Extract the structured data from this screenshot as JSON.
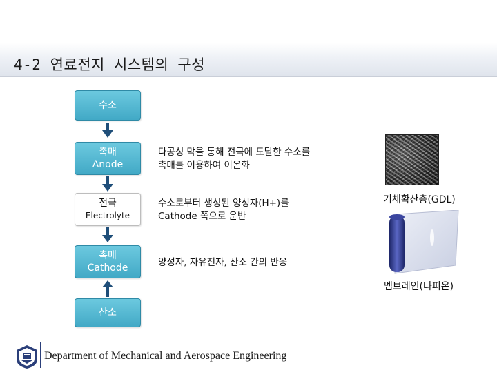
{
  "slide": {
    "title": "4-2 연료전지 시스템의 구성"
  },
  "flow": {
    "hydrogen": {
      "label": "수소"
    },
    "anode": {
      "line1": "촉매",
      "line2": "Anode"
    },
    "electrolyte": {
      "line1": "전극",
      "line2": "Electrolyte"
    },
    "cathode": {
      "line1": "촉매",
      "line2": "Cathode"
    },
    "oxygen": {
      "label": "산소"
    }
  },
  "descriptions": {
    "anode": {
      "line1": "다공성 막을 통해 전극에 도달한 수소를",
      "line2": "촉매를 이용하여 이온화"
    },
    "electrolyte": {
      "line1": "수소로부터 생성된 양성자(H+)를",
      "line2": "Cathode 쪽으로 운반"
    },
    "cathode": {
      "line1": "양성자, 자유전자, 산소 간의 반응"
    }
  },
  "images": {
    "gdl": {
      "caption": "기체확산층(GDL)"
    },
    "membrane": {
      "caption": "멤브레인(나피온)"
    }
  },
  "footer": {
    "department": "Department of Mechanical and Aerospace Engineering"
  },
  "colors": {
    "box_fill": "#42a9c6",
    "box_border": "#2f8aa6",
    "arrow": "#1f4e79",
    "footer_accent": "#2b3f7a"
  }
}
